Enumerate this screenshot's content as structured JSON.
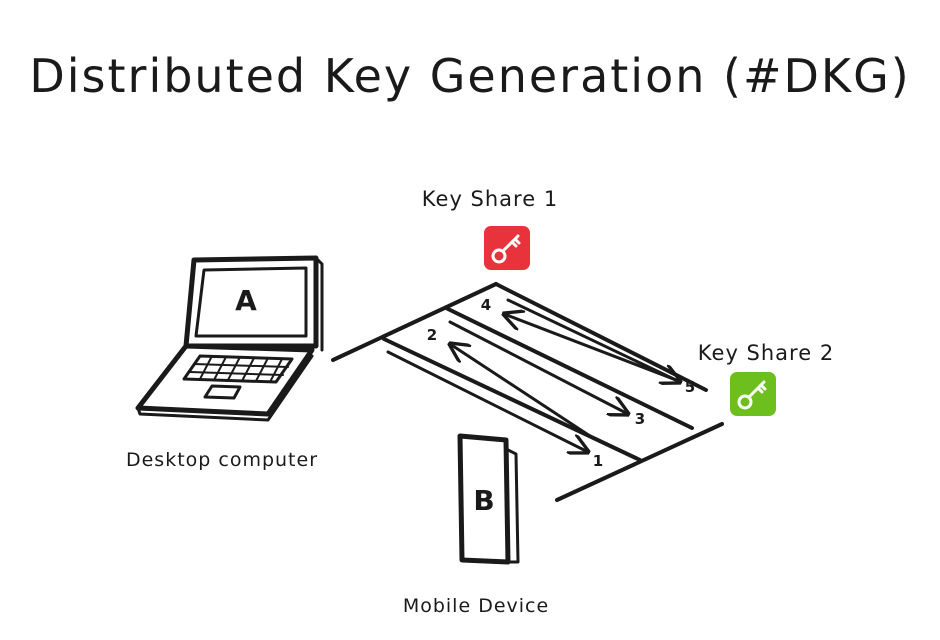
{
  "title": "Distributed Key Generation (#DKG)",
  "devices": {
    "desktop": {
      "letter": "A",
      "label": "Desktop computer"
    },
    "mobile": {
      "letter": "B",
      "label": "Mobile Device"
    }
  },
  "key_shares": [
    {
      "label": "Key Share 1",
      "color": "#e8323c"
    },
    {
      "label": "Key Share 2",
      "color": "#6cbf1d"
    }
  ],
  "steps": [
    "1",
    "2",
    "3",
    "4",
    "5"
  ],
  "colors": {
    "ink": "#1a1a1a",
    "device_letter": "#1f2a8c",
    "step_number": "#d8183a"
  }
}
